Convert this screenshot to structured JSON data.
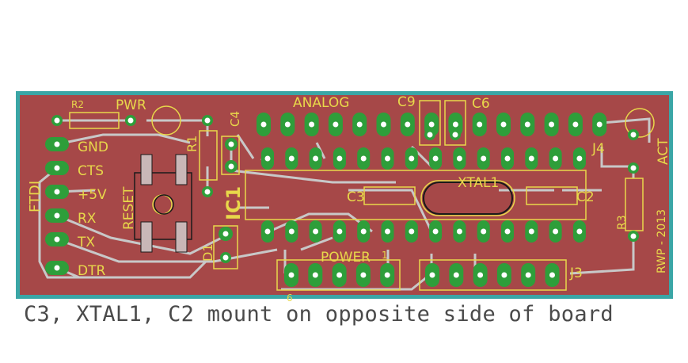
{
  "colors": {
    "board": "#a64848",
    "outline": "#3aa6a6",
    "silkscreen": "#e8d84a",
    "pad": "#2e9e3a",
    "trace": "#c8c8c8"
  },
  "labels": {
    "r2": "R2",
    "pwr": "PWR",
    "analog": "ANALOG",
    "c9": "C9",
    "c6": "C6",
    "c4": "C4",
    "r1": "R1",
    "j4": "J4",
    "act": "ACT",
    "gnd": "GND",
    "cts": "CTS",
    "v5": "+5V",
    "rx": "RX",
    "tx": "TX",
    "dtr": "DTR",
    "ftdi": "FTDI",
    "reset": "RESET",
    "ic1": "IC1",
    "c3": "C3",
    "xtal1": "XTAL1",
    "c2": "C2",
    "r3": "R3",
    "credit": "RWP - 2013",
    "power": "POWER",
    "power_pin1": "1",
    "power_pin6": "6",
    "d1": "D1",
    "j3": "J3"
  },
  "caption": "C3, XTAL1, C2 mount on opposite side of board"
}
